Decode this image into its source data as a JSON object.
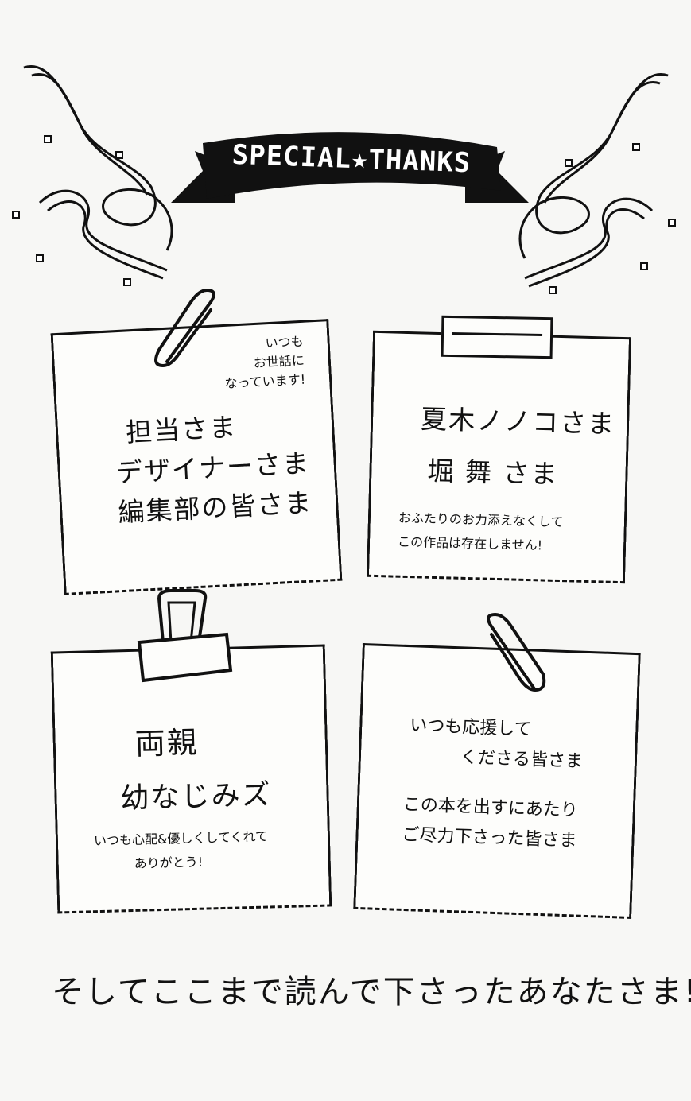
{
  "banner": {
    "title": "SPECIAL★THANKS"
  },
  "notes": [
    {
      "aside": [
        "いつも",
        "お世話に",
        "なっています!"
      ],
      "lines": [
        "担当さま",
        "デザイナーさま",
        "編集部の皆さま"
      ]
    },
    {
      "lines": [
        "夏木ノノコさま",
        "堀 舞 さま"
      ],
      "message": [
        "おふたりのお力添えなくして",
        "この作品は存在しません!"
      ]
    },
    {
      "lines": [
        "両親",
        "幼なじみズ"
      ],
      "message": [
        "いつも心配&優しくしてくれて",
        "ありがとう!"
      ]
    },
    {
      "lines": [
        "いつも応援して",
        "くださる皆さま",
        "この本を出すにあたり",
        "ご尽力下さった皆さま"
      ]
    }
  ],
  "closing": "そしてここまで読んで下さったあなたさま!!"
}
